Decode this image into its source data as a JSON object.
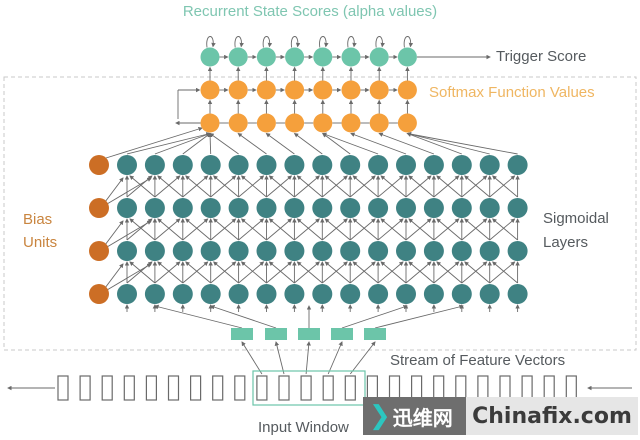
{
  "title": "Recurrent State Scores (alpha values)",
  "labels": {
    "trigger_score": "Trigger Score",
    "softmax": "Softmax Function Values",
    "bias_line1": "Bias",
    "bias_line2": "Units",
    "sigmoid_line1": "Sigmoidal",
    "sigmoid_line2": "Layers",
    "stream": "Stream of Feature Vectors",
    "input_window": "Input Window"
  },
  "network": {
    "recurrent_nodes": 8,
    "softmax_layers": 2,
    "softmax_nodes_per_layer": 8,
    "sigmoid_layers": 4,
    "sigmoid_nodes_per_layer": 15,
    "bias_units": 4,
    "feature_vectors_in_window": 5,
    "stream_frames": 24
  },
  "colors": {
    "teal_light": "#6cc5a9",
    "orange": "#f5a03c",
    "teal_dark": "#3f8283",
    "bias_orange": "#cc6e25",
    "title_teal": "#7fc6b1",
    "softmax_label": "#efb662",
    "bias_label": "#c9853f",
    "text_dark": "#555a5e",
    "line": "#6a6a6a",
    "dashed": "#c9c9c9"
  },
  "watermark": {
    "cn": "迅维网",
    "en": "Chinafix.com"
  }
}
